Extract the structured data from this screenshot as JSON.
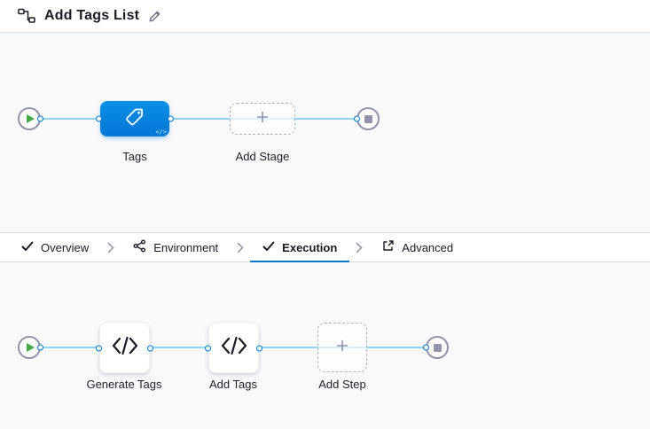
{
  "header": {
    "title": "Add Tags List",
    "icons": {
      "left": "pipeline-graph-icon",
      "edit": "pencil-edit-icon"
    }
  },
  "stage_pipeline": {
    "start_icon": "play-icon",
    "end_icon": "stop-icon",
    "nodes": [
      {
        "label": "Tags",
        "type": "stage",
        "icon": "tag-icon"
      },
      {
        "label": "Add Stage",
        "type": "add",
        "icon": "plus-icon"
      }
    ]
  },
  "tabs": {
    "items": [
      {
        "label": "Overview",
        "icon": "check-icon",
        "active": false
      },
      {
        "label": "Environment",
        "icon": "environment-icon",
        "active": false
      },
      {
        "label": "Execution",
        "icon": "check-icon",
        "active": true
      },
      {
        "label": "Advanced",
        "icon": "advanced-icon",
        "active": false
      }
    ],
    "separator_icon": "chevron-right-icon"
  },
  "execution_pipeline": {
    "start_icon": "play-icon",
    "end_icon": "stop-icon",
    "nodes": [
      {
        "label": "Generate Tags",
        "type": "step",
        "icon": "code-icon"
      },
      {
        "label": "Add Tags",
        "type": "step",
        "icon": "code-icon"
      },
      {
        "label": "Add Step",
        "type": "add",
        "icon": "plus-icon"
      }
    ]
  },
  "colors": {
    "accent_blue": "#0278d5",
    "line_blue": "#8ed3f5",
    "play_green": "#42ab45",
    "neutral_gray": "#9293ab",
    "canvas_bg": "#f8f9fb",
    "border": "#d9dae5"
  }
}
